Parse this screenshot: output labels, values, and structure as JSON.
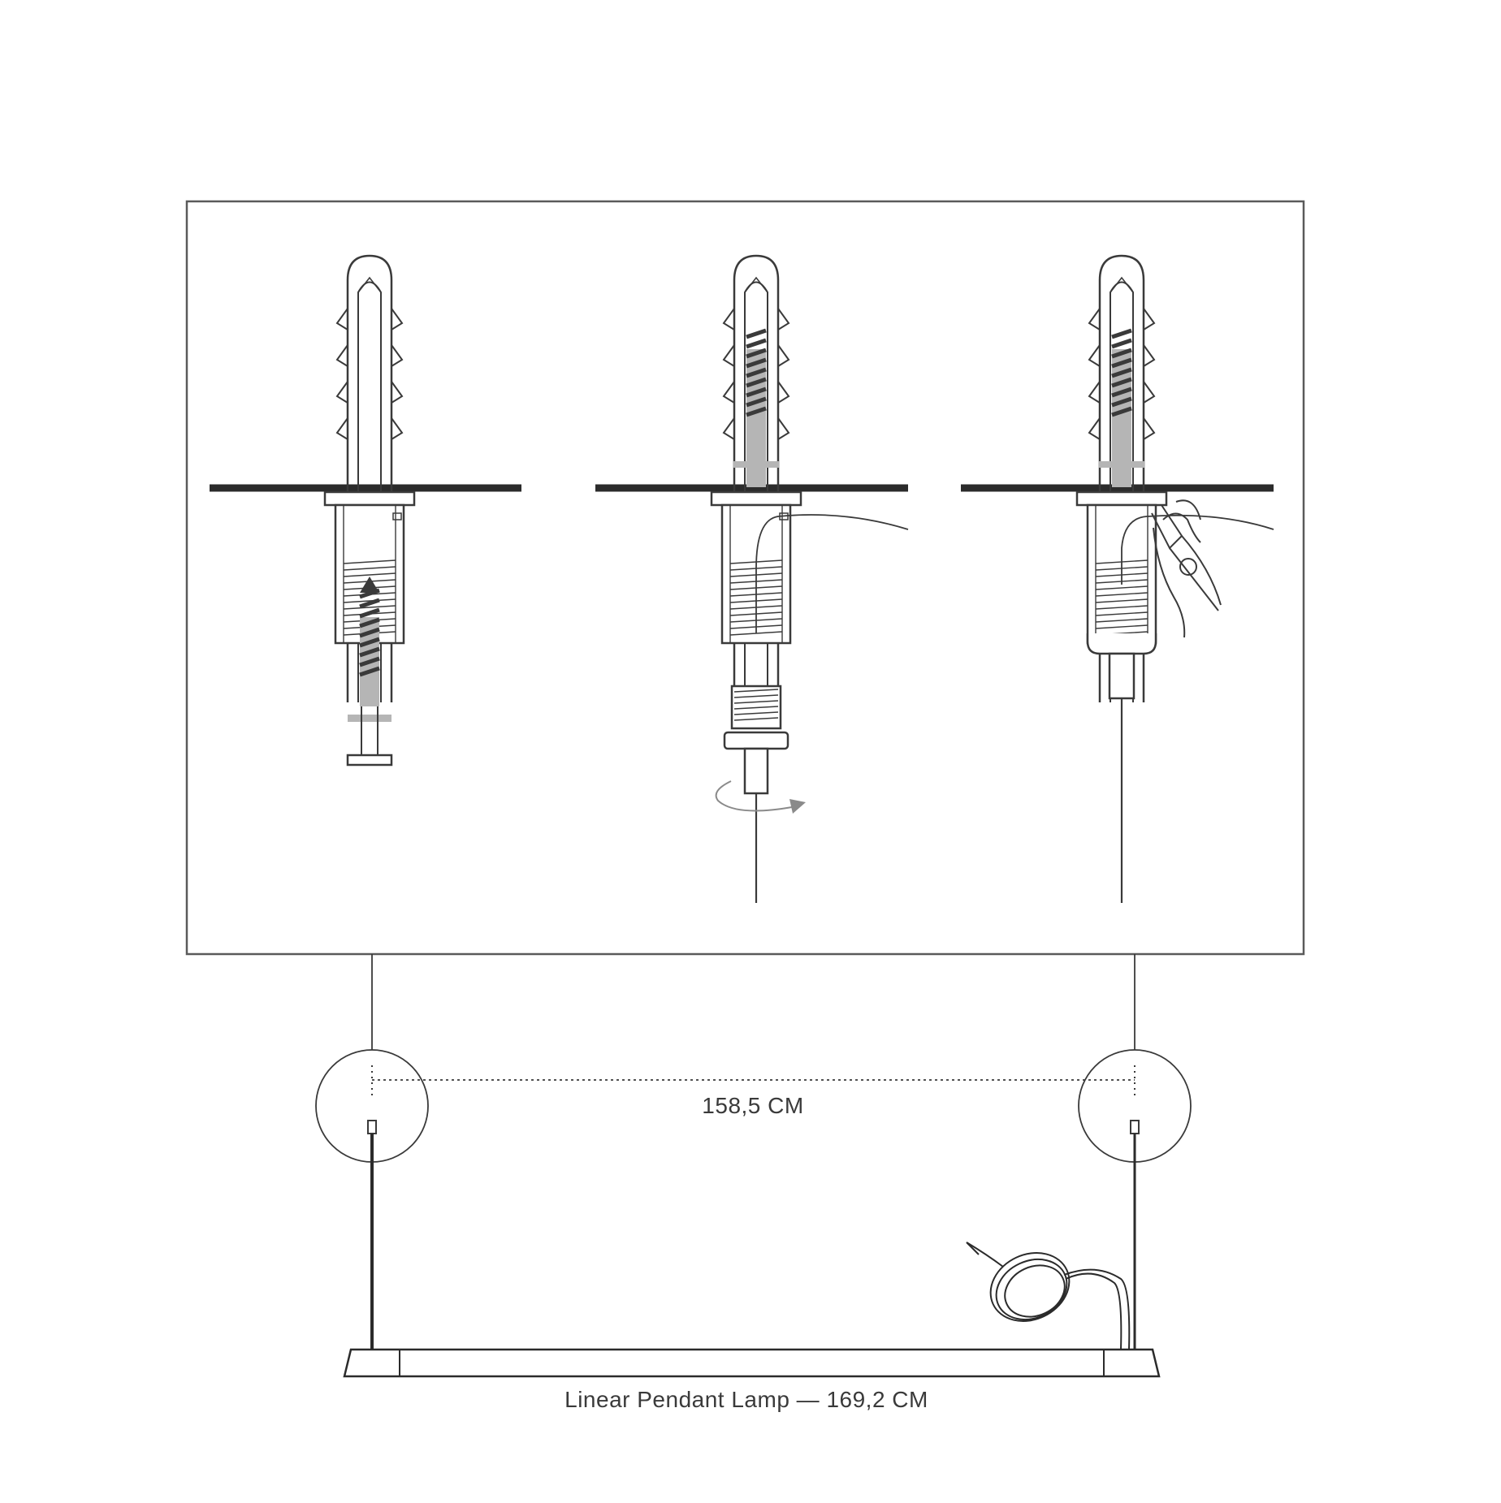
{
  "dimensions": {
    "cable_spacing": "158,5 CM",
    "lamp_caption": "Linear Pendant Lamp — 169,2 CM"
  },
  "steps": [
    {
      "id": 1,
      "content": "wall-plug-and-screw-insertion"
    },
    {
      "id": 2,
      "content": "cable-threaded-through-gripper"
    },
    {
      "id": 3,
      "content": "excess-cable-cut-with-pliers"
    }
  ],
  "colors": {
    "line": "#3a3a3a",
    "ceiling": "#2b2b2b",
    "shade": "#b5b5b5",
    "arrow": "#8a8a8a"
  },
  "icons": [
    "wall-plug-icon",
    "screw-icon",
    "ceiling-cup-icon",
    "cable-gripper-icon",
    "rotate-arrow-icon",
    "pliers-hand-icon",
    "cable-coil-icon",
    "lamp-bar-icon"
  ]
}
